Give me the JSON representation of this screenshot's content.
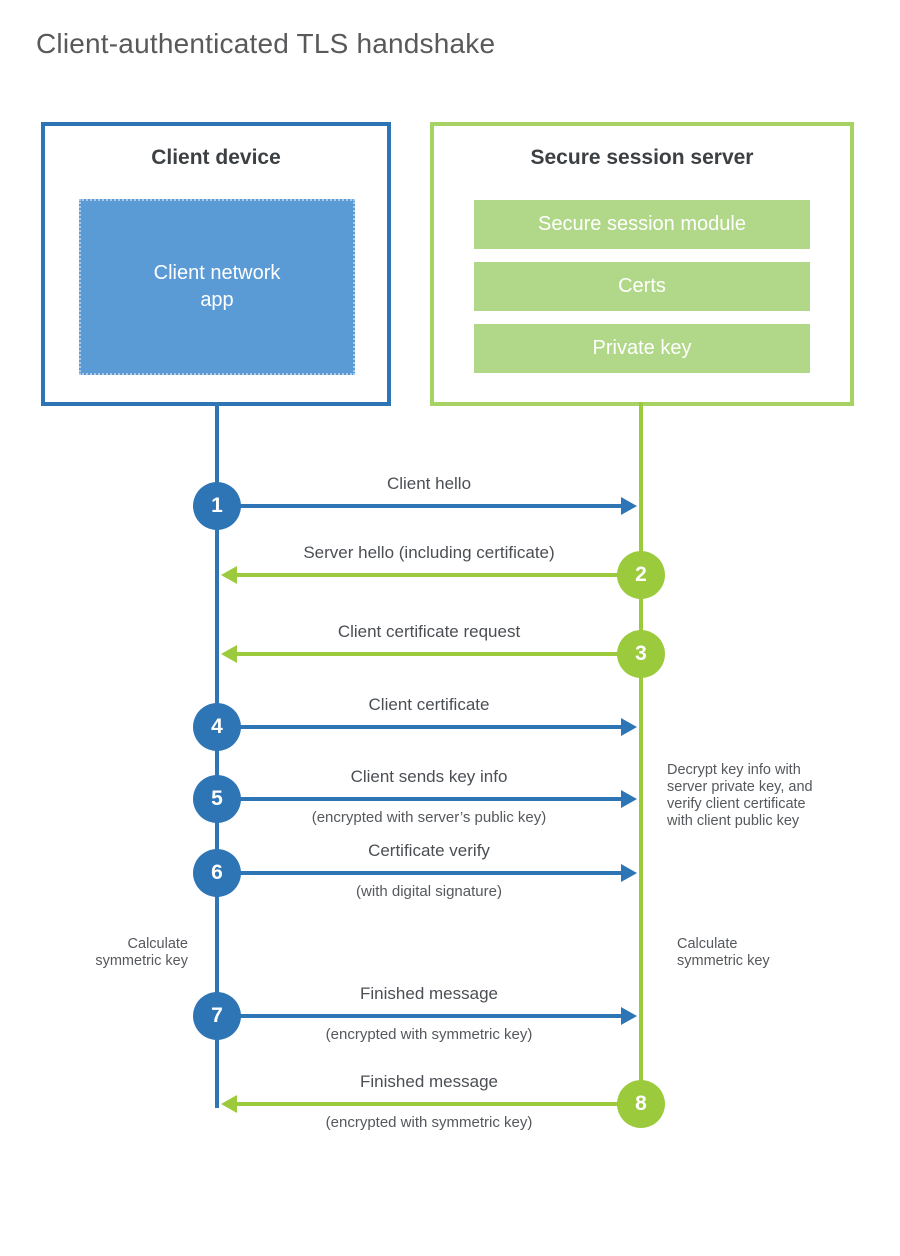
{
  "title": "Client-authenticated TLS handshake",
  "colors": {
    "blue_accent": "#2e75b6",
    "blue_fill": "#5b9bd5",
    "green_accent": "#9bcb3d",
    "green_box_border": "#a6d364",
    "green_bar": "#b1d889",
    "title_text": "#58595b",
    "heading_text": "#3d4043",
    "label_text": "#4b4f54"
  },
  "client_box": {
    "title": "Client device",
    "app_label": "Client network\napp"
  },
  "server_box": {
    "title": "Secure session server",
    "modules": [
      "Secure session module",
      "Certs",
      "Private key"
    ]
  },
  "messages": [
    {
      "num": "1",
      "direction": "client-to-server",
      "label": "Client hello",
      "sub": ""
    },
    {
      "num": "2",
      "direction": "server-to-client",
      "label": "Server hello (including certificate)",
      "sub": ""
    },
    {
      "num": "3",
      "direction": "server-to-client",
      "label": "Client certificate request",
      "sub": ""
    },
    {
      "num": "4",
      "direction": "client-to-server",
      "label": "Client certificate",
      "sub": ""
    },
    {
      "num": "5",
      "direction": "client-to-server",
      "label": "Client sends key info",
      "sub": "(encrypted with server’s public key)"
    },
    {
      "num": "6",
      "direction": "client-to-server",
      "label": "Certificate verify",
      "sub": "(with digital signature)"
    },
    {
      "num": "7",
      "direction": "client-to-server",
      "label": "Finished message",
      "sub": "(encrypted with symmetric key)"
    },
    {
      "num": "8",
      "direction": "server-to-client",
      "label": "Finished message",
      "sub": "(encrypted with symmetric key)"
    }
  ],
  "notes": {
    "server_decrypt_note": "Decrypt key info with server private key, and verify client certificate with client public key",
    "client_calculate_note": "Calculate\nsymmetric key",
    "server_calculate_note": "Calculate\nsymmetric key"
  }
}
